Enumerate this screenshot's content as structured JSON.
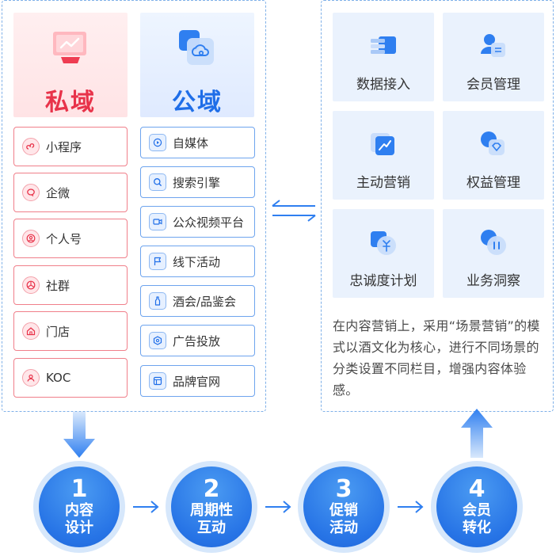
{
  "private": {
    "title": "私域",
    "icon": "monitor-icon",
    "channels": [
      {
        "label": "小程序",
        "icon": "mini-program-icon"
      },
      {
        "label": "企微",
        "icon": "wecom-icon"
      },
      {
        "label": "个人号",
        "icon": "user-icon"
      },
      {
        "label": "社群",
        "icon": "community-icon"
      },
      {
        "label": "门店",
        "icon": "store-icon"
      },
      {
        "label": "KOC",
        "icon": "person-icon"
      }
    ]
  },
  "public": {
    "title": "公域",
    "icon": "cloud-icon",
    "channels": [
      {
        "label": "自媒体",
        "icon": "play-icon"
      },
      {
        "label": "搜索引擎",
        "icon": "search-icon"
      },
      {
        "label": "公众视频平台",
        "icon": "video-icon"
      },
      {
        "label": "线下活动",
        "icon": "flag-icon"
      },
      {
        "label": "酒会/品鉴会",
        "icon": "bottle-icon"
      },
      {
        "label": "广告投放",
        "icon": "ad-icon"
      },
      {
        "label": "品牌官网",
        "icon": "website-icon"
      }
    ]
  },
  "features": [
    {
      "label": "数据接入",
      "icon": "data-icon"
    },
    {
      "label": "会员管理",
      "icon": "member-icon"
    },
    {
      "label": "主动营销",
      "icon": "trend-icon"
    },
    {
      "label": "权益管理",
      "icon": "diamond-icon"
    },
    {
      "label": "忠诚度计划",
      "icon": "coin-icon"
    },
    {
      "label": "业务洞察",
      "icon": "insight-icon"
    }
  ],
  "description": "在内容营销上，采用“场景营销”的模式以酒文化为核心，进行不同场景的分类设置不同栏目，增强内容体验感。",
  "steps": [
    {
      "num": "1",
      "line1": "内容",
      "line2": "设计"
    },
    {
      "num": "2",
      "line1": "周期性",
      "line2": "互动"
    },
    {
      "num": "3",
      "line1": "促销",
      "line2": "活动"
    },
    {
      "num": "4",
      "line1": "会员",
      "line2": "转化"
    }
  ],
  "colors": {
    "red": "#e8334a",
    "blue": "#1f6ee8",
    "pale_blue": "#eaf2fd"
  }
}
